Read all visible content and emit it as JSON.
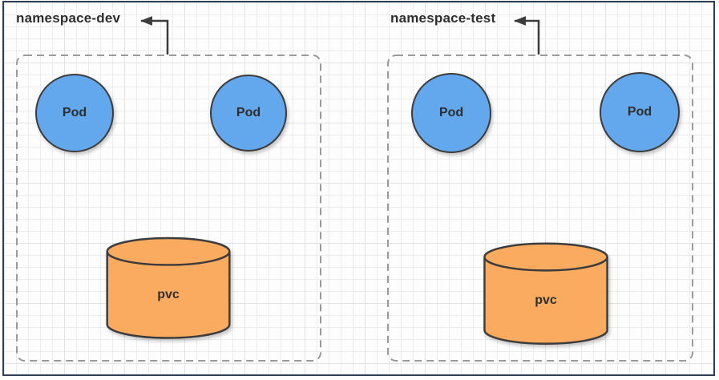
{
  "diagram": {
    "namespaces": [
      {
        "label": "namespace-dev",
        "pods": [
          {
            "label": "Pod"
          },
          {
            "label": "Pod"
          }
        ],
        "pvc": {
          "label": "pvc"
        }
      },
      {
        "label": "namespace-test",
        "pods": [
          {
            "label": "Pod"
          },
          {
            "label": "Pod"
          }
        ],
        "pvc": {
          "label": "pvc"
        }
      }
    ],
    "colors": {
      "pod_fill": "#63A7EC",
      "pvc_fill": "#FAAB60",
      "shape_stroke": "#3C3C3C",
      "namespace_dashed_border": "#9A9A9A",
      "arrow": "#3C3C3C",
      "label_text": "#2E2E2E",
      "frame_border": "#2F4056",
      "grid_line": "#ECECEC"
    }
  }
}
